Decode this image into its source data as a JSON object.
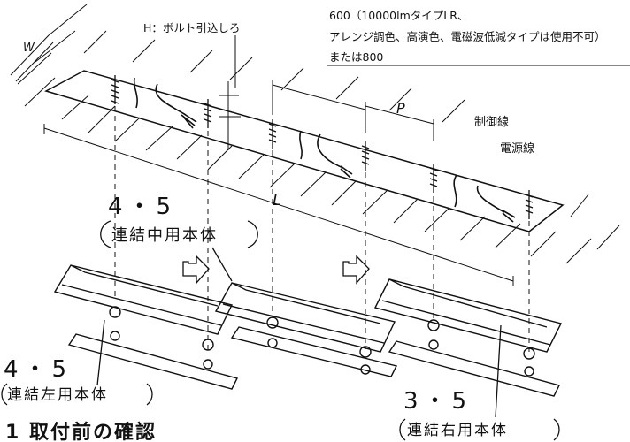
{
  "annotations": {
    "bolt_pull_in": "H：ボルト引込しろ",
    "pitch_note_line1": "600（10000lmタイプLR、",
    "pitch_note_line2": "アレンジ調色、高演色、電磁波低減タイプは使用不可）",
    "pitch_note_line3": "または800",
    "dim_w": "W",
    "dim_p": "P",
    "dim_l": "L",
    "control_wire": "制御線",
    "power_wire": "電源線"
  },
  "units": {
    "middle": {
      "number": "4・5",
      "label": "連結中用本体"
    },
    "left": {
      "number": "4・5",
      "label": "連結左用本体"
    },
    "right": {
      "number": "3・5",
      "label": "連結右用本体"
    }
  },
  "section_title": "1 取付前の確認",
  "colors": {
    "ink": "#111111",
    "background": "#ffffff"
  }
}
